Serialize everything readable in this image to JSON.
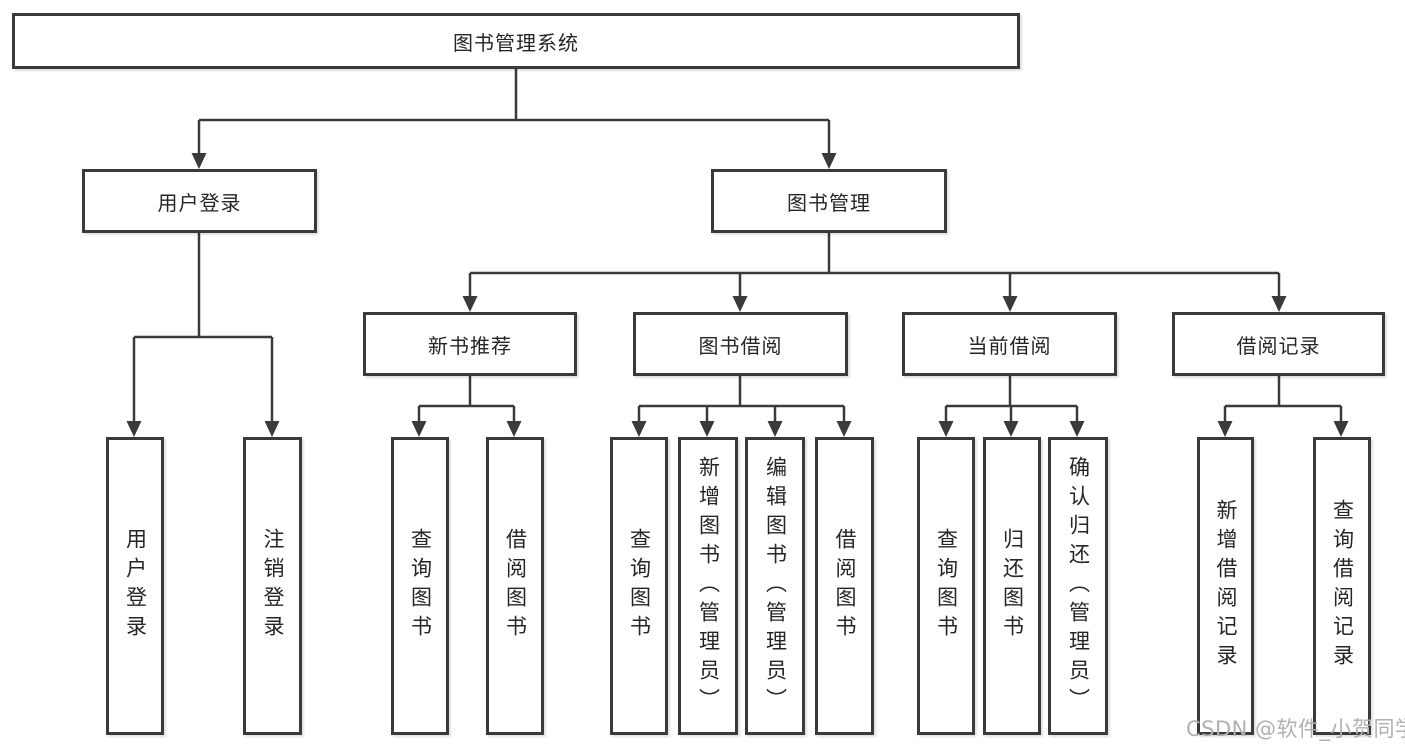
{
  "diagram_type": "tree",
  "colors": {
    "line": "#3a3a3a",
    "box_border": "#3a3a3a",
    "text": "#262626",
    "background": "#ffffff",
    "watermark": "#b0b0b0"
  },
  "tree": {
    "root": "图书管理系统",
    "branches": [
      {
        "label": "用户登录",
        "children": [
          "用户登录",
          "注销登录"
        ]
      },
      {
        "label": "图书管理",
        "children": [
          {
            "label": "新书推荐",
            "children": [
              "查询图书",
              "借阅图书"
            ]
          },
          {
            "label": "图书借阅",
            "children": [
              "查询图书",
              "新增图书（管理员）",
              "编辑图书（管理员）",
              "借阅图书"
            ]
          },
          {
            "label": "当前借阅",
            "children": [
              "查询图书",
              "归还图书",
              "确认归还（管理员）"
            ]
          },
          {
            "label": "借阅记录",
            "children": [
              "新增借阅记录",
              "查询借阅记录"
            ]
          }
        ]
      }
    ]
  },
  "watermark": "CSDN @软件_小贺同学"
}
